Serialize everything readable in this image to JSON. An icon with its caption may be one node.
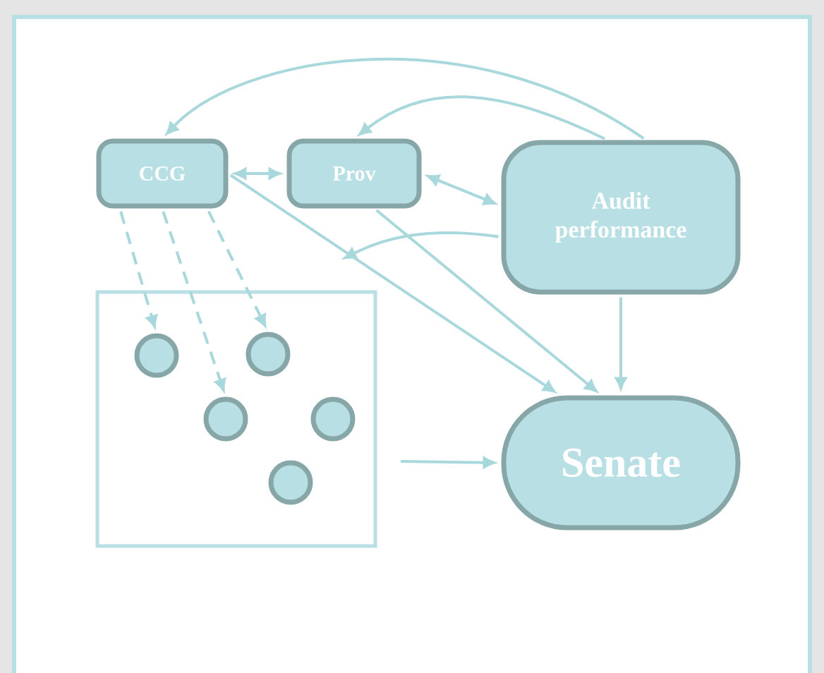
{
  "diagram": {
    "nodes": [
      {
        "text": [
          "CCG"
        ]
      },
      {
        "text": [
          "Prov"
        ]
      },
      {
        "text": [
          "Audit performance"
        ]
      },
      {
        "text": [],
        "shape": "box"
      },
      {
        "text": [],
        "shape": "circle",
        "in": 3
      },
      {
        "text": [],
        "shape": "circle",
        "in": 3
      },
      {
        "text": [],
        "shape": "circle",
        "in": 3
      },
      {
        "text": [],
        "shape": "circle",
        "in": 3
      },
      {
        "text": [],
        "shape": "circle",
        "in": 3
      },
      {
        "text": [
          "Senate"
        ]
      }
    ],
    "edges": [
      {
        "from": 2,
        "to": 0,
        "arrow": "to"
      },
      {
        "from": 2,
        "to": 1,
        "arrow": "to"
      },
      {
        "from": 0,
        "to": 1,
        "arrow": "both"
      },
      {
        "from": 1,
        "to": 2,
        "arrow": "both"
      },
      {
        "from": 2,
        "to": 3,
        "arrow": "to"
      },
      {
        "from": 0,
        "to": 4,
        "arrow": "to",
        "style": "dashed"
      },
      {
        "from": 0,
        "to": 6,
        "arrow": "to",
        "style": "dashed"
      },
      {
        "from": 0,
        "to": 5,
        "arrow": "to",
        "style": "dashed"
      },
      {
        "from": 0,
        "to": 9,
        "arrow": "to"
      },
      {
        "from": 1,
        "to": 9,
        "arrow": "to"
      },
      {
        "from": 2,
        "to": 9,
        "arrow": "to"
      },
      {
        "from": 3,
        "to": 9,
        "arrow": "to"
      }
    ]
  }
}
